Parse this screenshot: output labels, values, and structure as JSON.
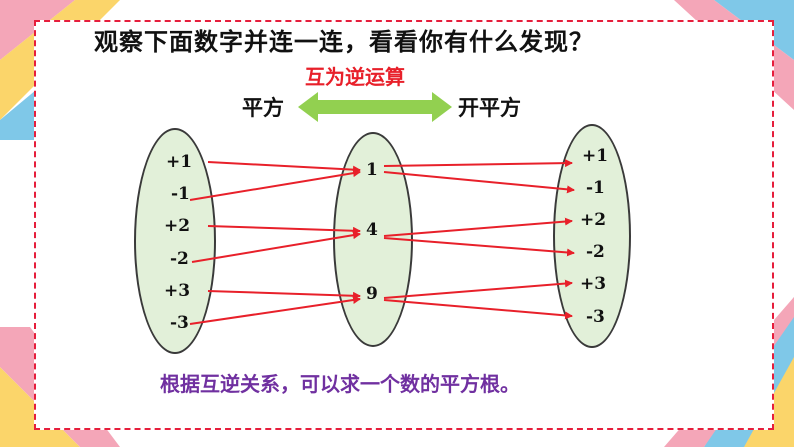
{
  "title": "观察下面数字并连一连，看看你有什么发现？",
  "subtitle": "互为逆运算",
  "left_label": "平方",
  "right_label": "开平方",
  "left_values": [
    "+1",
    "-1",
    "+2",
    "-2",
    "+3",
    "-3"
  ],
  "middle_values": [
    "1",
    "4",
    "9"
  ],
  "right_values": [
    "+1",
    "-1",
    "+2",
    "-2",
    "+3",
    "-3"
  ],
  "conclusion": "根据互逆关系，可以求一个数的平方根。",
  "colors": {
    "frame": "#e61e3c",
    "arrow": "#e8202a",
    "double_arrow": "#92d050",
    "ellipse_fill": "#e2f0d9",
    "subtitle": "#e8202a",
    "conclusion": "#7030a0"
  }
}
